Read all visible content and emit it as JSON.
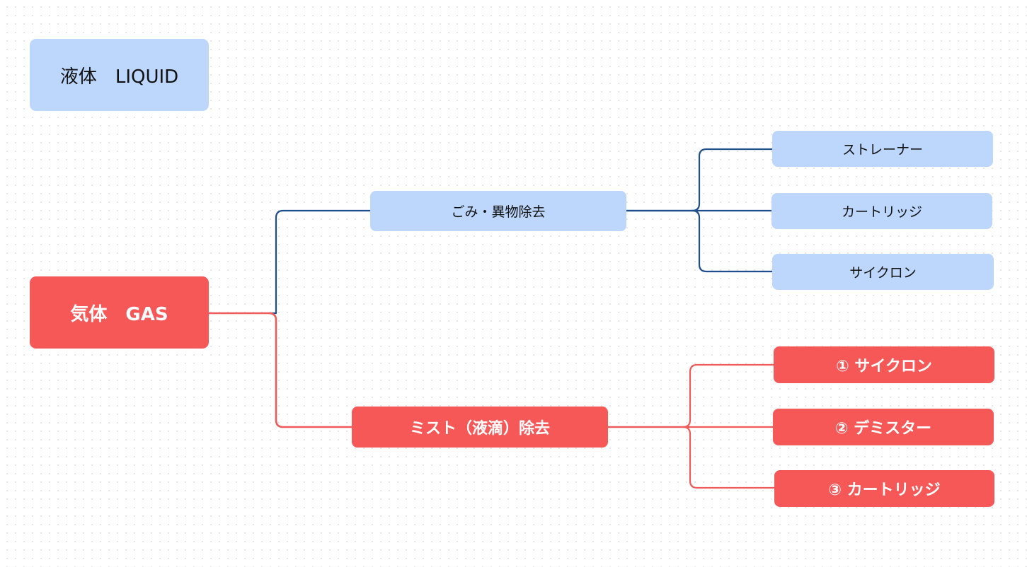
{
  "nodes": {
    "liquid": "液体　LIQUID",
    "gas": "気体　GAS",
    "dust_removal": "ごみ・異物除去",
    "mist_removal": "ミスト（液滴）除去",
    "strainer": "ストレーナー",
    "cartridge": "カートリッジ",
    "cyclone": "サイクロン",
    "cyclone_numbered": "① サイクロン",
    "demister_numbered": "② デミスター",
    "cartridge_numbered": "③ カートリッジ"
  },
  "colors": {
    "blue_node": "#bcd6fc",
    "red_node": "#f65757",
    "blue_line": "#1f4e8c",
    "red_line": "#ef5a5a"
  }
}
